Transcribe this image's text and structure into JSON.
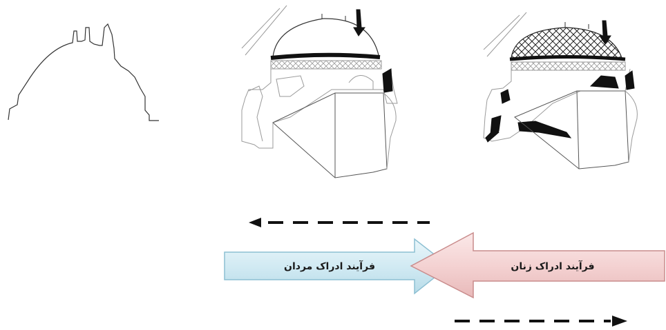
{
  "diagram": {
    "labels": {
      "women_process": "فرآیند ادراک زنان",
      "men_process": "فرآیند ادراک مردان"
    },
    "colors": {
      "men_arrow_fill": "#cfe9f2",
      "men_arrow_stroke": "#8cbfd2",
      "women_arrow_fill": "#f6d7d7",
      "women_arrow_stroke": "#c98c8c",
      "line": "#111111",
      "sketch_line": "#9a9a9a"
    },
    "figures": [
      {
        "name": "outline-sketch",
        "style": "silhouette outline"
      },
      {
        "name": "line-sketch",
        "style": "line drawing with dark band"
      },
      {
        "name": "shaded-sketch",
        "style": "line drawing with lattice dome and dark fills"
      }
    ],
    "direction_arrows": [
      {
        "name": "dashed-arrow-left",
        "direction": "left"
      },
      {
        "name": "dashed-arrow-right",
        "direction": "right"
      }
    ]
  }
}
